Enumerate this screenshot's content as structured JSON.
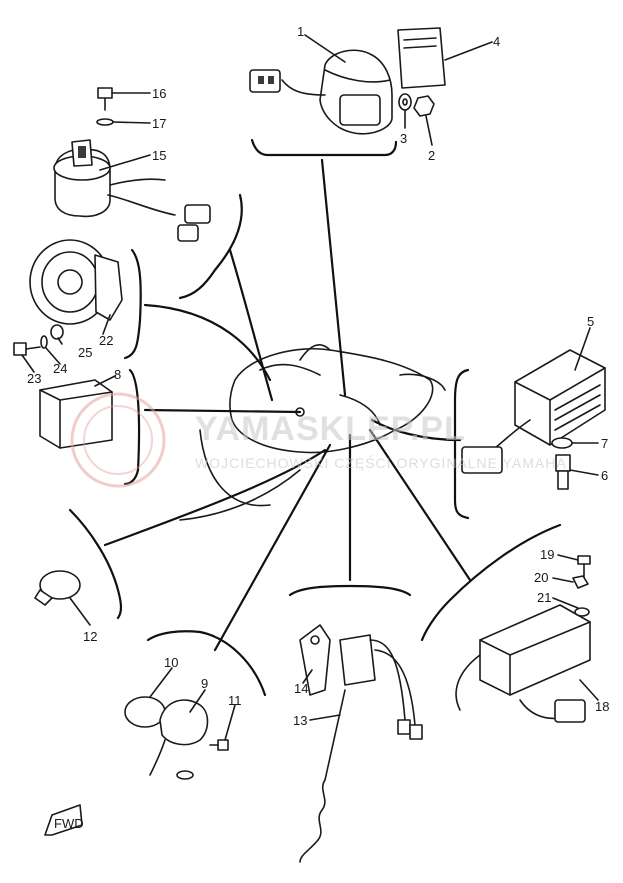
{
  "parts": [
    {
      "id": "1",
      "label": "1"
    },
    {
      "id": "2",
      "label": "2"
    },
    {
      "id": "3",
      "label": "3"
    },
    {
      "id": "4",
      "label": "4"
    },
    {
      "id": "5",
      "label": "5"
    },
    {
      "id": "6",
      "label": "6"
    },
    {
      "id": "7",
      "label": "7"
    },
    {
      "id": "8",
      "label": "8"
    },
    {
      "id": "9",
      "label": "9"
    },
    {
      "id": "10",
      "label": "10"
    },
    {
      "id": "11",
      "label": "11"
    },
    {
      "id": "12",
      "label": "12"
    },
    {
      "id": "13",
      "label": "13"
    },
    {
      "id": "14",
      "label": "14"
    },
    {
      "id": "15",
      "label": "15"
    },
    {
      "id": "16",
      "label": "16"
    },
    {
      "id": "17",
      "label": "17"
    },
    {
      "id": "18",
      "label": "18"
    },
    {
      "id": "19",
      "label": "19"
    },
    {
      "id": "20",
      "label": "20"
    },
    {
      "id": "21",
      "label": "21"
    },
    {
      "id": "22",
      "label": "22"
    },
    {
      "id": "23",
      "label": "23"
    },
    {
      "id": "24",
      "label": "24"
    },
    {
      "id": "25",
      "label": "25"
    }
  ],
  "watermark": {
    "brand": "YAMASKLEP.PL",
    "subtitle": "WOJCIECHOWSKI CZĘŚCI ORYGINALNE YAMAHA"
  },
  "fwd_label": "FWD",
  "colors": {
    "ink": "#1a1a1a",
    "watermark": "#c8c8c8",
    "logo": "#e8a0a0"
  }
}
